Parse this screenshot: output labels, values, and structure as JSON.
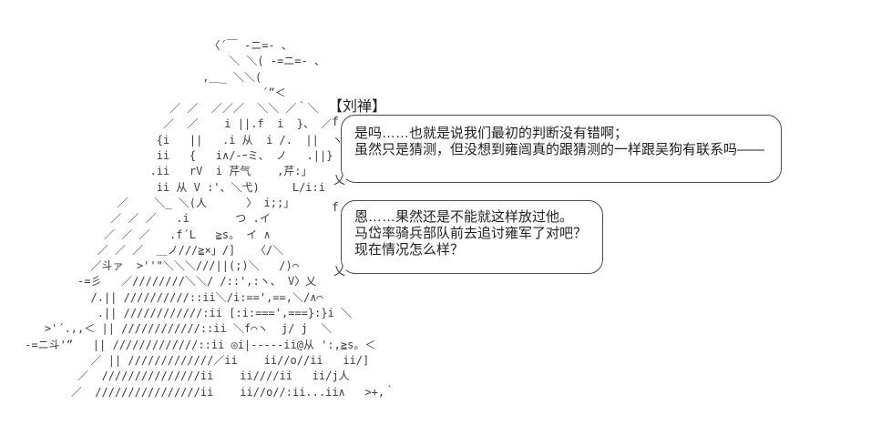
{
  "colors": {
    "background": "#ffffff",
    "art_ink": "#3d3d3d",
    "text_ink": "#1f1f1f",
    "bubble_border": "#4a4a4a"
  },
  "character": {
    "name_label": "【刘禅】",
    "ascii_art_lines": [
      "                             〈´￣ ‐ニ=- 、",
      "                                ＼ ＼( -=ニ=‐ 、",
      "                            ,＿_ ＼＼(",
      "                                     ´”＜",
      "                       ／ ／  ／／／  ＼＼ ／｀＼",
      "                      ／  ／    i ||.f  i  }、 ／⌒",
      "                     {i   ||   .i 从  i /.  ||  ヽ}",
      "                     ii   {   i∧/-ｰミ、 ノ   .||}",
      "                    .ii   rV  i 芹气    ,芹:」",
      "                     ii 从 V :'、＼弋)     L/i:i",
      "               ／    ＼_ ＼(人      〉 i;;」",
      "              ／ ／ ／   .i       つ .イ",
      "             ／ ／ ／   .f´L   ≧s。 イ ∧",
      "            ／ ／ ／  ＿ノ///≧×」/]   〈/＼",
      "           ／斗ァ  >''\"＼＼＼///||(;)＼   /)⌒",
      "         -=彡   ／////////＼＼/ /::',:ヽ、 V〉乂",
      "           /.|| //////////::ii＼/i:==',==,＼/∧⌒",
      "            .|| ////////////:ii [:i:===',===}:}i ＼",
      "    >'´.,,＜ || ////////////::ii ＼f⌒ヽ  j/ j  ＼",
      " -=ニ斗'”   || /////////////::ii ◎i|-----ii@从 ':,≧s。＜",
      "           ／ || /////////////／ii    ii//o//ii   ii/]",
      "         ／  ///////////////ii    ii////ii   ii/j人",
      "        ／  ////////////////ii    ii//o//:ii...ii∧   >+,｀"
    ]
  },
  "dialogue": {
    "bubble1": {
      "corner_top_glyph": "f",
      "corner_bottom_glyph": "乂",
      "line1": "是吗……也就是说我们最初的判断没有错啊；",
      "line2": "虽然只是猜测，但没想到雍闿真的跟猜测的一样跟吴狗有联系吗——"
    },
    "bubble2": {
      "corner_top_glyph": "f",
      "corner_bottom_glyph": "乂",
      "line1": "恩……果然还是不能就这样放过他。",
      "line2": "马岱率骑兵部队前去追讨雍军了对吧？",
      "line3": "现在情况怎么样？"
    }
  }
}
